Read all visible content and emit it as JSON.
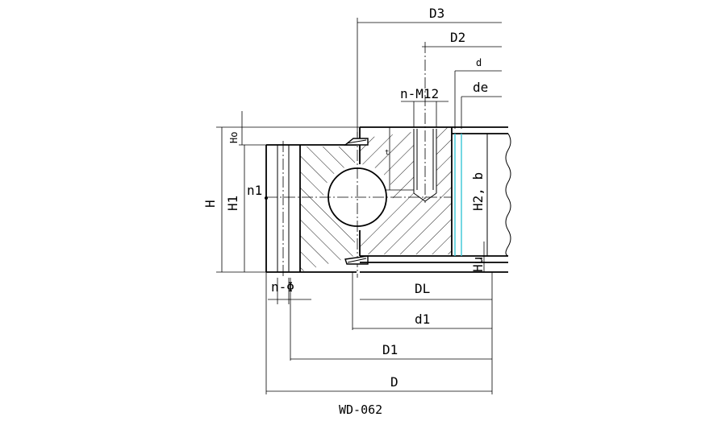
{
  "labels": {
    "D3": "D3",
    "D2": "D2",
    "d": "d",
    "de": "de",
    "thread": "n-M12",
    "t": "t",
    "Ho": "Ho",
    "H": "H",
    "H1": "H1",
    "n1": "n1",
    "H2b": "H2, b",
    "Hu": "Hu",
    "nPhi": "n-Φ",
    "DL": "DL",
    "d1": "d1",
    "D1": "D1",
    "D": "D"
  },
  "caption": "WD-062",
  "colors": {
    "line": "#000000",
    "accent": "#39c6d6"
  }
}
